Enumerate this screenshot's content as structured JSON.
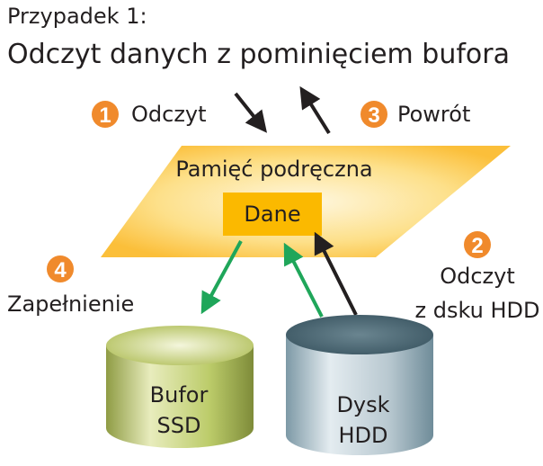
{
  "header": {
    "subtitle": "Przypadek 1:",
    "title": "Odczyt danych z pominięciem bufora"
  },
  "steps": [
    {
      "number": "1",
      "label": "Odczyt"
    },
    {
      "number": "2",
      "label_line1": "Odczyt",
      "label_line2": "z dsku HDD"
    },
    {
      "number": "3",
      "label": "Powrót"
    },
    {
      "number": "4",
      "label": "Zapełnienie"
    }
  ],
  "cache": {
    "label": "Pamięć podręczna",
    "data_label": "Dane"
  },
  "ssd": {
    "line1": "Bufor",
    "line2": "SSD"
  },
  "hdd": {
    "line1": "Dysk",
    "line2": "HDD"
  },
  "colors": {
    "badge": "#f08a2c",
    "cache_fill": "#fbd260",
    "data_box": "#fbb900",
    "arrow_black": "#231f20",
    "arrow_green": "#1fa65a",
    "ssd": "#bccc6a",
    "hdd": "#4e6a76"
  }
}
